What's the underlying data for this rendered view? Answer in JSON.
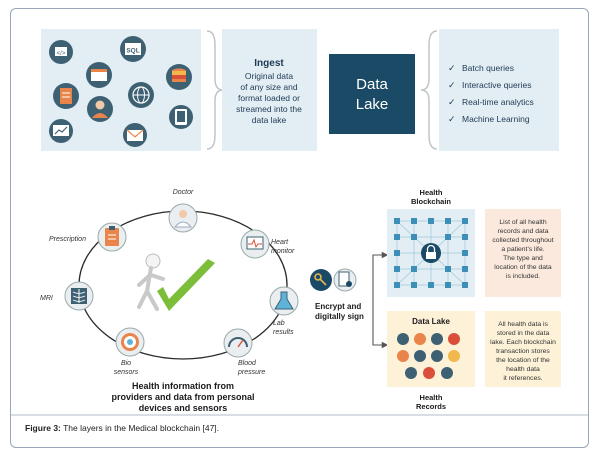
{
  "ingest": {
    "title": "Ingest",
    "lines": [
      "Original data",
      "of any size and",
      "format loaded or",
      "streamed into the",
      "data lake"
    ]
  },
  "data_lake_box": {
    "lines": [
      "Data",
      "Lake"
    ]
  },
  "capabilities": {
    "items": [
      "Batch queries",
      "Interactive queries",
      "Real-time analytics",
      "Machine Learning"
    ]
  },
  "cycle_nodes": {
    "doctor": [
      "Doctor"
    ],
    "heart_monitor": [
      "Heart",
      "monitor"
    ],
    "lab_results": [
      "Lab",
      "results"
    ],
    "blood_pressure": [
      "Blood",
      "pressure"
    ],
    "bio_sensors": [
      "Bio",
      "sensors"
    ],
    "mri": [
      "MRI"
    ],
    "prescription": [
      "Prescription"
    ]
  },
  "health_info": {
    "lines": [
      "Health information from",
      "providers and data from personal",
      "devices and sensors"
    ]
  },
  "encrypt": {
    "lines": [
      "Encrypt and",
      "digitally sign"
    ]
  },
  "health_blockchain": {
    "lines": [
      "Health",
      "Blockchain"
    ]
  },
  "blockchain_desc": {
    "lines": [
      "List of all health",
      "records and data",
      "collected throughout",
      "a patient's life.",
      "The type and",
      "location of the data",
      "is included."
    ]
  },
  "records_box": {
    "title": "Data Lake"
  },
  "records_desc": {
    "lines": [
      "All health data is",
      "stored in the data",
      "lake. Each blockchain",
      "transaction stores",
      "the location of the",
      "health data",
      "it references."
    ]
  },
  "health_records": {
    "lines": [
      "Health",
      "Records"
    ]
  },
  "caption": {
    "label": "Figure 3:",
    "text": " The layers in the Medical blockchain [47]."
  },
  "colors": {
    "panel": "#e2eef3",
    "navy": "#1a4a66",
    "teal_icon": "#3d6173",
    "accent_orange": "#e9854a",
    "peach": "#fbe9dd",
    "cream": "#fdf1d8",
    "check_green": "#7cbd3a",
    "key_yellow": "#e8b64a"
  },
  "icons": {
    "data_sources": [
      "code-icon",
      "browser-icon",
      "sql-icon",
      "document-icon",
      "server-icon",
      "stack-icon",
      "person-icon",
      "globe-icon",
      "tablet-icon",
      "monitor-chart-icon",
      "email-icon"
    ],
    "cycle": [
      "doctor-icon",
      "heart-monitor-icon",
      "lab-flask-icon",
      "gauge-icon",
      "target-icon",
      "xray-icon",
      "clipboard-icon",
      "stick-figure-icon",
      "checkmark-icon"
    ]
  }
}
